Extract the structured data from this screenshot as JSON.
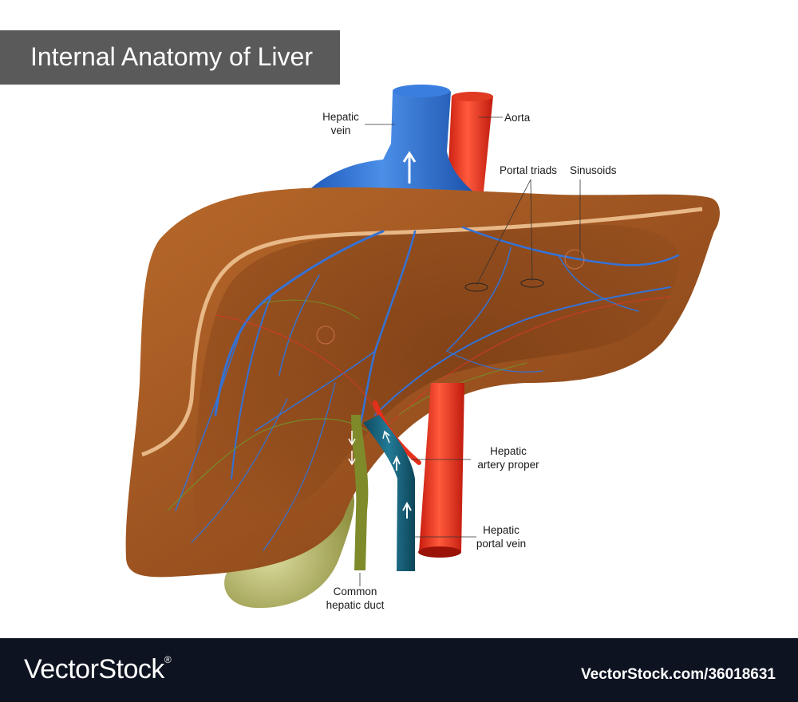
{
  "title": "Internal Anatomy of Liver",
  "labels": {
    "hepatic_vein": [
      "Hepatic",
      "vein"
    ],
    "aorta": "Aorta",
    "portal_triads": "Portal triads",
    "sinusoids": "Sinusoids",
    "hepatic_artery_proper": [
      "Hepatic",
      "artery proper"
    ],
    "hepatic_portal_vein": [
      "Hepatic",
      "portal vein"
    ],
    "common_hepatic_duct": [
      "Common",
      "hepatic duct"
    ]
  },
  "footer": {
    "brand": "VectorStock",
    "brand_mark": "®",
    "image_id": "VectorStock.com/36018631"
  },
  "colors": {
    "title_bar": "#5a5a5a",
    "liver": "#a0561f",
    "vein_blue": "#2f6fd0",
    "aorta_red": "#e5301c",
    "portal_teal": "#175f78",
    "bile_green": "#7f8a2a",
    "gallbladder": "#b7b86a",
    "footer_bg": "#0d1321"
  }
}
